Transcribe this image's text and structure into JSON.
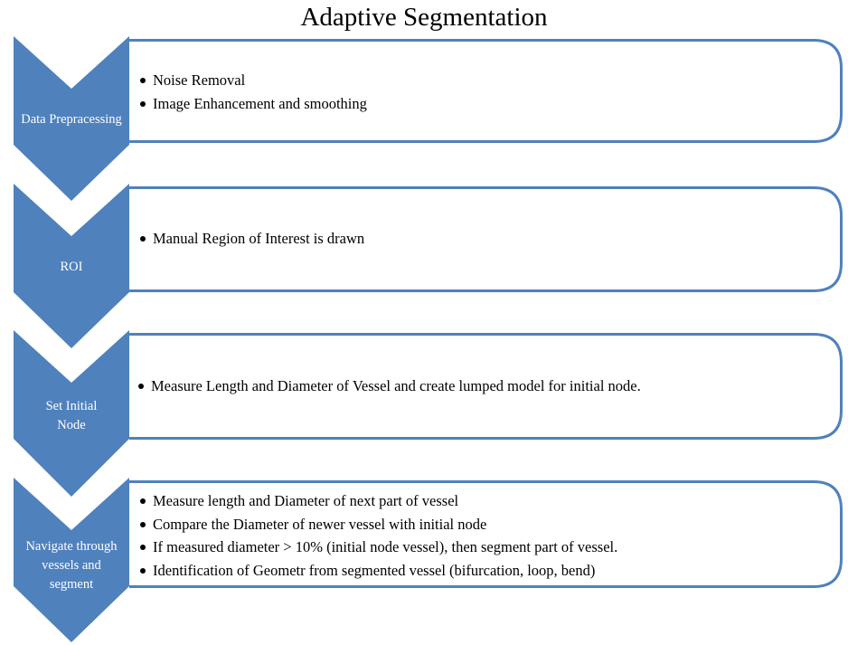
{
  "title": "Adaptive Segmentation",
  "colors": {
    "chevron_fill": "#4f81bd",
    "panel_border": "#4f81bd",
    "chevron_text": "#ffffff"
  },
  "steps": [
    {
      "label": "Data Prepracessing",
      "bullets": [
        "Noise Removal",
        "Image Enhancement and smoothing"
      ]
    },
    {
      "label": "ROI",
      "bullets": [
        "Manual Region of Interest is drawn"
      ]
    },
    {
      "label": "Set Initial\nNode",
      "bullets": [
        "Measure Length and Diameter of Vessel and create lumped model for initial node."
      ]
    },
    {
      "label": "Navigate through\nvessels and\nsegment",
      "bullets": [
        "Measure length and Diameter of next part of vessel",
        "Compare the Diameter of newer vessel with initial node",
        "If measured diameter > 10% (initial node vessel), then segment part of vessel.",
        "Identification of Geometr from segmented vessel (bifurcation, loop, bend)"
      ]
    }
  ]
}
